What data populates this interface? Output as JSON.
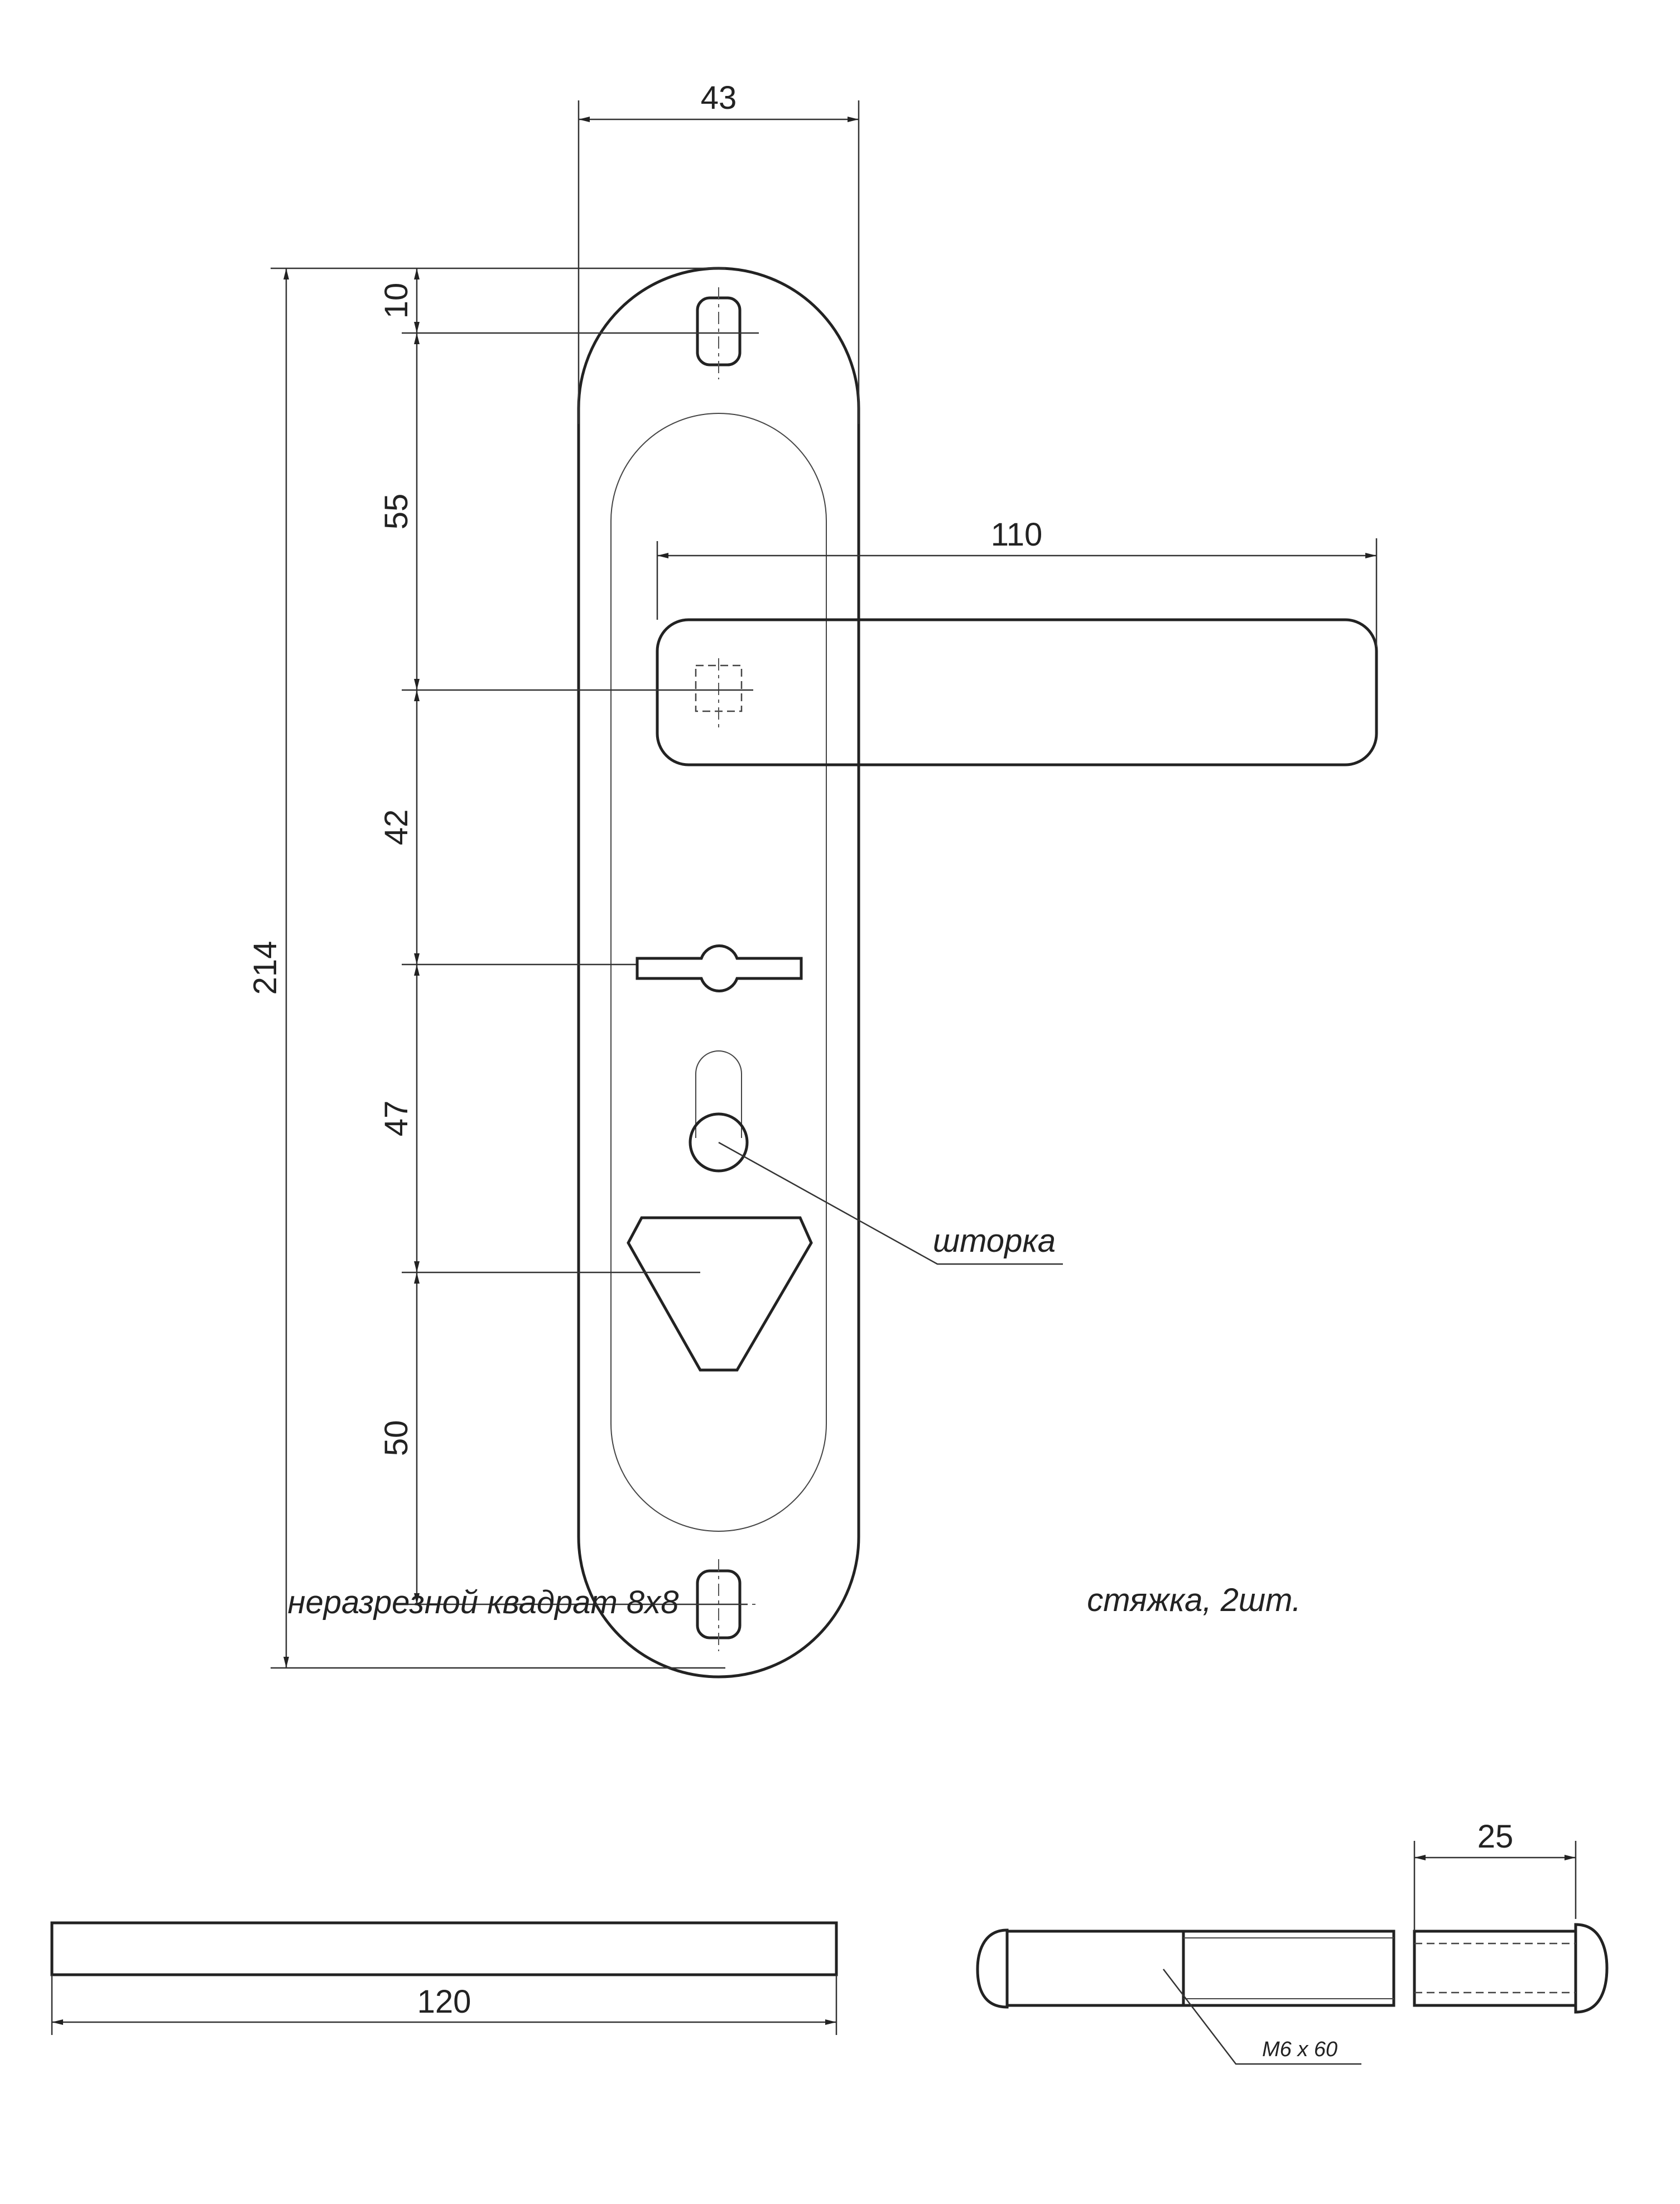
{
  "dimensions": {
    "plate_width": "43",
    "total_height": "214",
    "seg_top": "10",
    "seg_handle": "55",
    "seg_thumbturn": "42",
    "seg_shutter": "47",
    "seg_bottom": "50",
    "lever_length": "110",
    "spindle_length": "120",
    "sleeve_length": "25"
  },
  "labels": {
    "shutter": "шторка",
    "spindle": "неразрезной квадрат 8х8",
    "tie_bolts": "стяжка, 2шт.",
    "bolt_thread": "М6 х 60"
  }
}
